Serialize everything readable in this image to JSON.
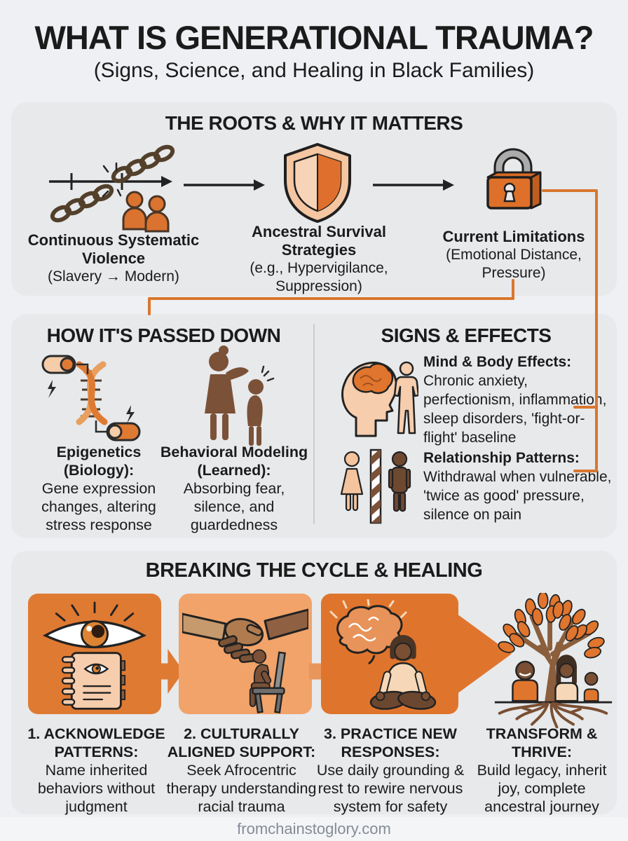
{
  "page": {
    "title": "WHAT IS GENERATIONAL TRAUMA?",
    "subtitle": "(Signs, Science, and Healing in Black Families)",
    "footer": "fromchainstoglory.com"
  },
  "colors": {
    "accent_orange": "#DF752D",
    "light_orange": "#F1A369",
    "peach": "#F6CDAD",
    "connector_orange": "#D9772E",
    "card_bg": "#E7E9EB",
    "page_bg": "#EEF0F3",
    "brown": "#7B5138",
    "text": "#1B1B1B"
  },
  "roots": {
    "heading": "THE ROOTS & WHY IT MATTERS",
    "items": [
      {
        "icon": "broken-chains-icon",
        "title": "Continuous Systematic Violence",
        "subtitle": "(Slavery → Modern)"
      },
      {
        "icon": "shield-icon",
        "title": "Ancestral Survival Strategies",
        "subtitle": "(e.g., Hypervigilance, Suppression)"
      },
      {
        "icon": "padlock-icon",
        "title": "Current Limitations",
        "subtitle": "(Emotional Distance, Pressure)"
      }
    ]
  },
  "passed_down": {
    "heading": "HOW IT'S PASSED DOWN",
    "items": [
      {
        "icon": "dna-epigenetics-icon",
        "title": "Epigenetics (Biology):",
        "body": "Gene expression changes, altering stress response"
      },
      {
        "icon": "mother-child-icon",
        "title": "Behavioral Modeling (Learned):",
        "body": "Absorbing fear, silence, and guardedness"
      }
    ]
  },
  "signs": {
    "heading": "SIGNS & EFFECTS",
    "items": [
      {
        "icon": "mind-body-icon",
        "title": "Mind & Body Effects:",
        "body": "Chronic anxiety, perfectionism, inflammation, sleep disorders, 'fight-or-flight' baseline"
      },
      {
        "icon": "relationship-icon",
        "title": "Relationship Patterns:",
        "body": "Withdrawal when vulnerable, 'twice as good' pressure, silence on pain"
      }
    ]
  },
  "healing": {
    "heading": "BREAKING THE CYCLE & HEALING",
    "steps": [
      {
        "icon": "eye-journal-icon",
        "title": "1. ACKNOWLEDGE PATTERNS:",
        "body": "Name inherited behaviors without judgment"
      },
      {
        "icon": "handshake-support-icon",
        "title": "2. CULTURALLY ALIGNED SUPPORT:",
        "body": "Seek Afrocentric therapy understanding racial trauma"
      },
      {
        "icon": "meditation-brain-icon",
        "title": "3. PRACTICE NEW RESPONSES:",
        "body": "Use daily grounding & rest to rewire nervous system for safety"
      },
      {
        "icon": "family-tree-icon",
        "title": "TRANSFORM & THRIVE:",
        "body": "Build legacy, inherit joy, complete ancestral journey"
      }
    ]
  }
}
